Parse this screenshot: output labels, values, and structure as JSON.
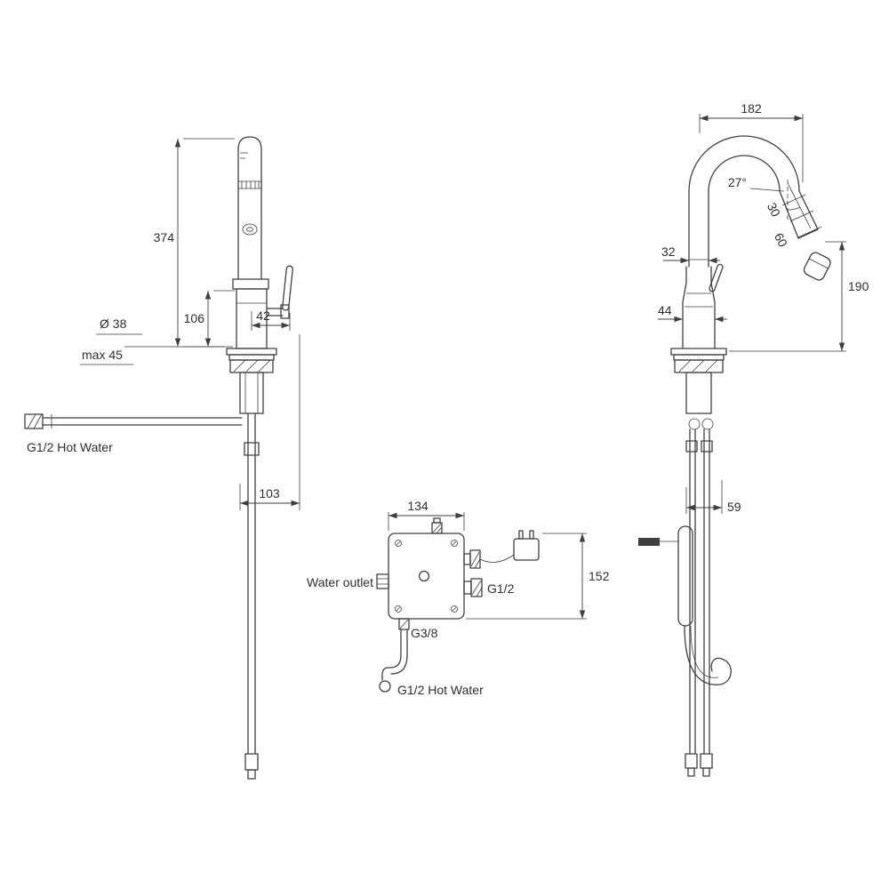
{
  "colors": {
    "line": "#3f3f3f",
    "background": "#ffffff",
    "text": "#2e2e2e"
  },
  "left_view": {
    "dim_374": "374",
    "dim_106": "106",
    "dim_42": "42",
    "dia_38": "Ø 38",
    "max_45": "max 45",
    "dim_103": "103",
    "hot_water_label": "G1/2 Hot Water"
  },
  "box_view": {
    "dim_134": "134",
    "dim_152": "152",
    "water_outlet_label": "Water outlet",
    "g12_label": "G1/2",
    "g38_label": "G3/8",
    "hot_water_label": "G1/2 Hot Water"
  },
  "right_view": {
    "dim_182": "182",
    "angle_27": "27°",
    "dim_30": "30",
    "dim_60": "60",
    "dim_32": "32",
    "dim_44": "44",
    "dim_190": "190",
    "dim_59": "59"
  }
}
